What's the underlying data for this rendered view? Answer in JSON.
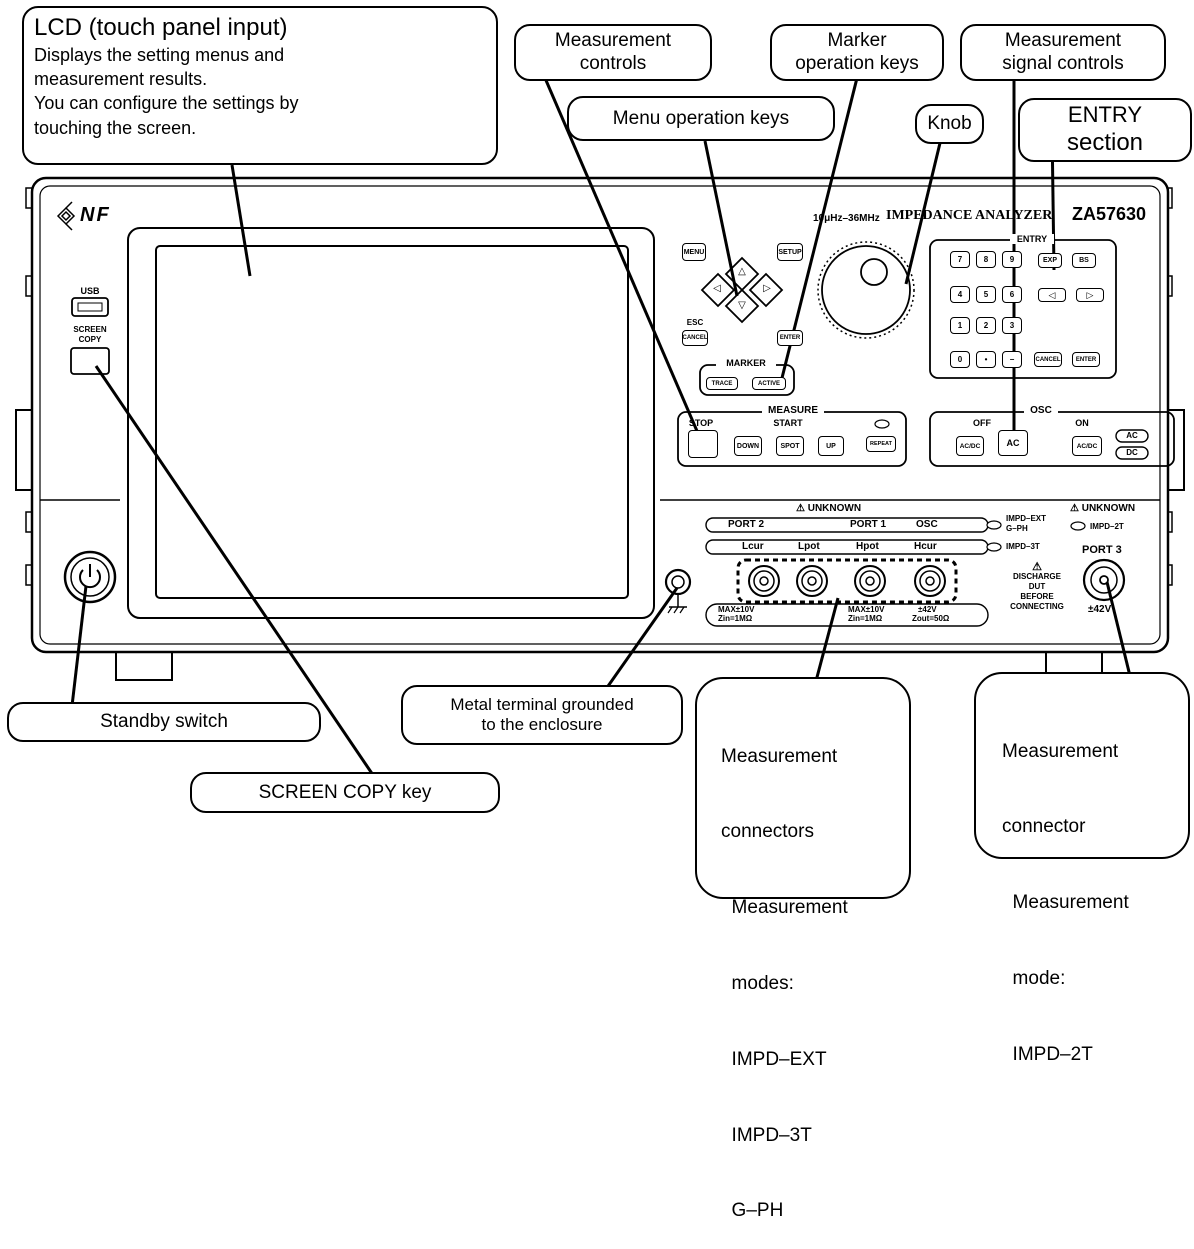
{
  "device": {
    "brand_logo_text": "NF",
    "freq_range": "10μHz–36MHz",
    "title": "IMPEDANCE ANALYZER",
    "model": "ZA57630",
    "usb_label": "USB",
    "screen_copy_label_1": "SCREEN",
    "screen_copy_label_2": "COPY",
    "esc_label": "ESC",
    "keys": {
      "menu": "MENU",
      "setup": "SETUP",
      "cancel": "CANCEL",
      "enter": "ENTER",
      "up": "△",
      "down": "▽",
      "left": "◁",
      "right": "▷"
    },
    "marker": {
      "group": "MARKER",
      "trace": "TRACE",
      "active": "ACTIVE"
    },
    "entry": {
      "group": "ENTRY",
      "row1": [
        "7",
        "8",
        "9"
      ],
      "row2": [
        "4",
        "5",
        "6"
      ],
      "row3": [
        "1",
        "2",
        "3"
      ],
      "row4": [
        "0",
        "•",
        "−"
      ],
      "exp": "EXP",
      "bs": "BS",
      "left": "◁",
      "right": "▷",
      "cancel": "CANCEL",
      "enter": "ENTER"
    },
    "measure": {
      "group": "MEASURE",
      "stop": "STOP",
      "start": "START",
      "down": "DOWN",
      "spot": "SPOT",
      "up": "UP",
      "repeat": "REPEAT"
    },
    "osc": {
      "group": "OSC",
      "off": "OFF",
      "on": "ON",
      "off_acdc": "AC/DC",
      "off_ac": "AC",
      "on_acdc": "AC/DC",
      "ac": "AC",
      "dc": "DC"
    },
    "unknown_main": "⚠ UNKNOWN",
    "unknown_right": "⚠ UNKNOWN",
    "ports_row": {
      "port2": "PORT 2",
      "port1": "PORT 1",
      "osc": "OSC"
    },
    "impd_ext": "IMPD–EXT",
    "gph": "G–PH",
    "impd_3t": "IMPD–3T",
    "impd_2t": "IMPD–2T",
    "terminals": [
      "Lcur",
      "Lpot",
      "Hpot",
      "Hcur"
    ],
    "port3": "PORT 3",
    "discharge": [
      "⚠",
      "DISCHARGE",
      "DUT",
      "BEFORE",
      "CONNECTING"
    ],
    "spec_left": [
      "MAX±10V",
      "Zin=1MΩ"
    ],
    "spec_mid": [
      "MAX±10V",
      "Zin=1MΩ"
    ],
    "spec_right": [
      "±42V",
      "Zout=50Ω"
    ],
    "port3_spec": "±42V"
  },
  "callouts": {
    "lcd_title": "LCD (touch panel input)",
    "lcd_desc": [
      "Displays the setting menus and",
      "measurement results.",
      "You can configure the settings by",
      "touching the screen."
    ],
    "measurement_controls": [
      "Measurement",
      "controls"
    ],
    "marker_keys": [
      "Marker",
      "operation keys"
    ],
    "signal_controls": [
      "Measurement",
      "signal controls"
    ],
    "menu_keys": "Menu operation keys",
    "knob": "Knob",
    "entry": [
      "ENTRY",
      "section"
    ],
    "standby": "Standby switch",
    "screen_copy": "SCREEN COPY key",
    "ground": [
      "Metal terminal grounded",
      "to the enclosure"
    ],
    "connectors": [
      "Measurement",
      "connectors",
      "  Measurement",
      "  modes:",
      "  IMPD–EXT",
      "  IMPD–3T",
      "  G–PH"
    ],
    "connector2t": [
      "Measurement",
      "connector",
      "  Measurement",
      "  mode:",
      "  IMPD–2T"
    ]
  }
}
